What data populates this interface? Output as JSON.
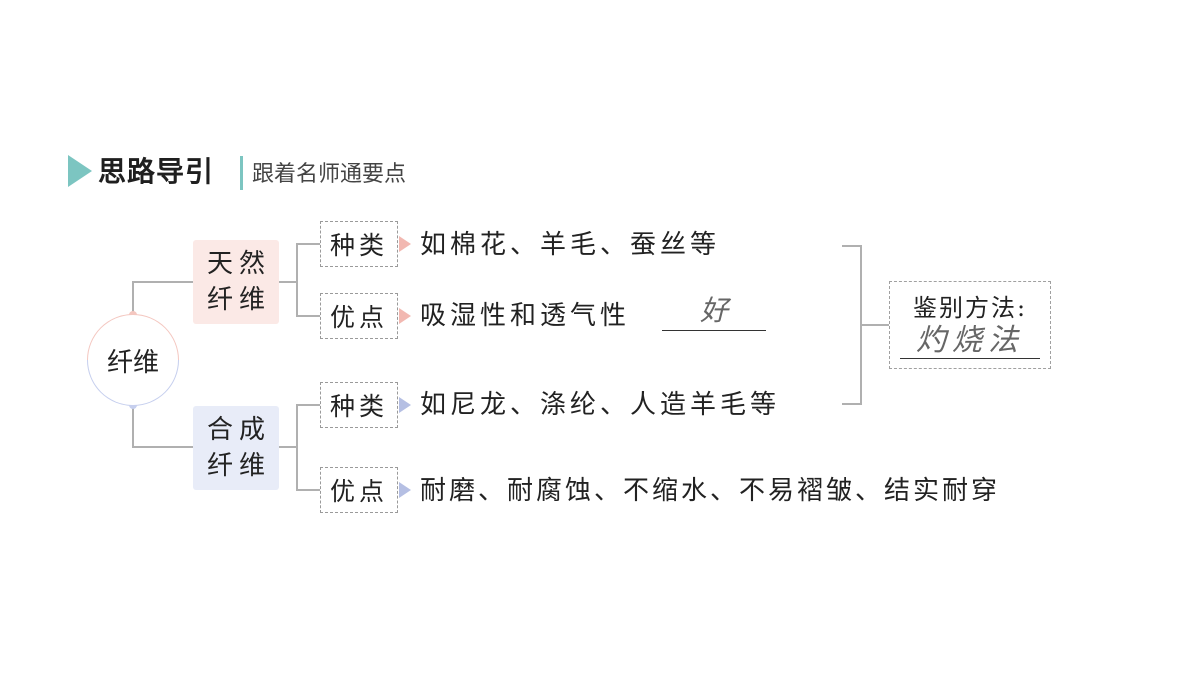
{
  "header": {
    "title": "思路导引",
    "subtitle": "跟着名师通要点",
    "accent_color": "#7cc5c1"
  },
  "root": {
    "label": "纤维"
  },
  "natural": {
    "label_line1": "天然",
    "label_line2": "纤维",
    "color": "#fbe9e6",
    "types": {
      "tag": "种类",
      "text": "如棉花、羊毛、蚕丝等"
    },
    "merits": {
      "tag": "优点",
      "text": "吸湿性和透气性",
      "answer": "好"
    }
  },
  "synthetic": {
    "label_line1": "合成",
    "label_line2": "纤维",
    "color": "#e8ecf8",
    "types": {
      "tag": "种类",
      "text": "如尼龙、涤纶、人造羊毛等"
    },
    "merits": {
      "tag": "优点",
      "text": "耐磨、耐腐蚀、不缩水、不易褶皱、结实耐穿"
    }
  },
  "identification": {
    "label": "鉴别方法:",
    "answer": "灼烧法"
  }
}
